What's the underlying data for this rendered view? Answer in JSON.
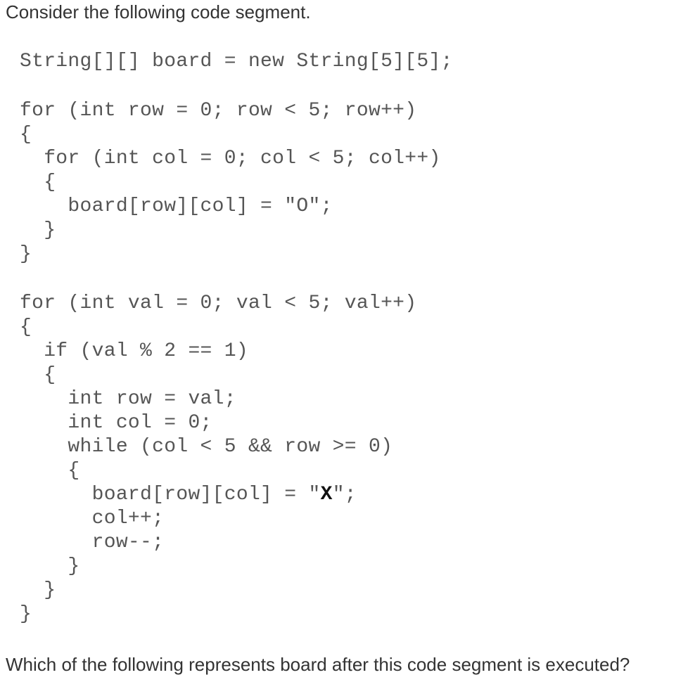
{
  "question": {
    "intro": "Consider the following code segment.",
    "prompt": "Which of the following represents board after this code segment is executed?"
  },
  "code": {
    "lines": [
      "String[][] board = new String[5][5];",
      "for (int row = 0; row < 5; row++)",
      "{",
      "  for (int col = 0; col < 5; col++)",
      "  {",
      "    board[row][col] = \"O\";",
      "  }",
      "}",
      "for (int val = 0; val < 5; val++)",
      "{",
      "  if (val % 2 == 1)",
      "  {",
      "    int row = val;",
      "    int col = 0;",
      "    while (col < 5 && row >= 0)",
      "    {",
      "      board[row][col] = \"",
      "      col++;",
      "      row--;",
      "    }",
      "  }",
      "}"
    ],
    "assign_x_token": "X",
    "assign_x_suffix": "\";"
  }
}
